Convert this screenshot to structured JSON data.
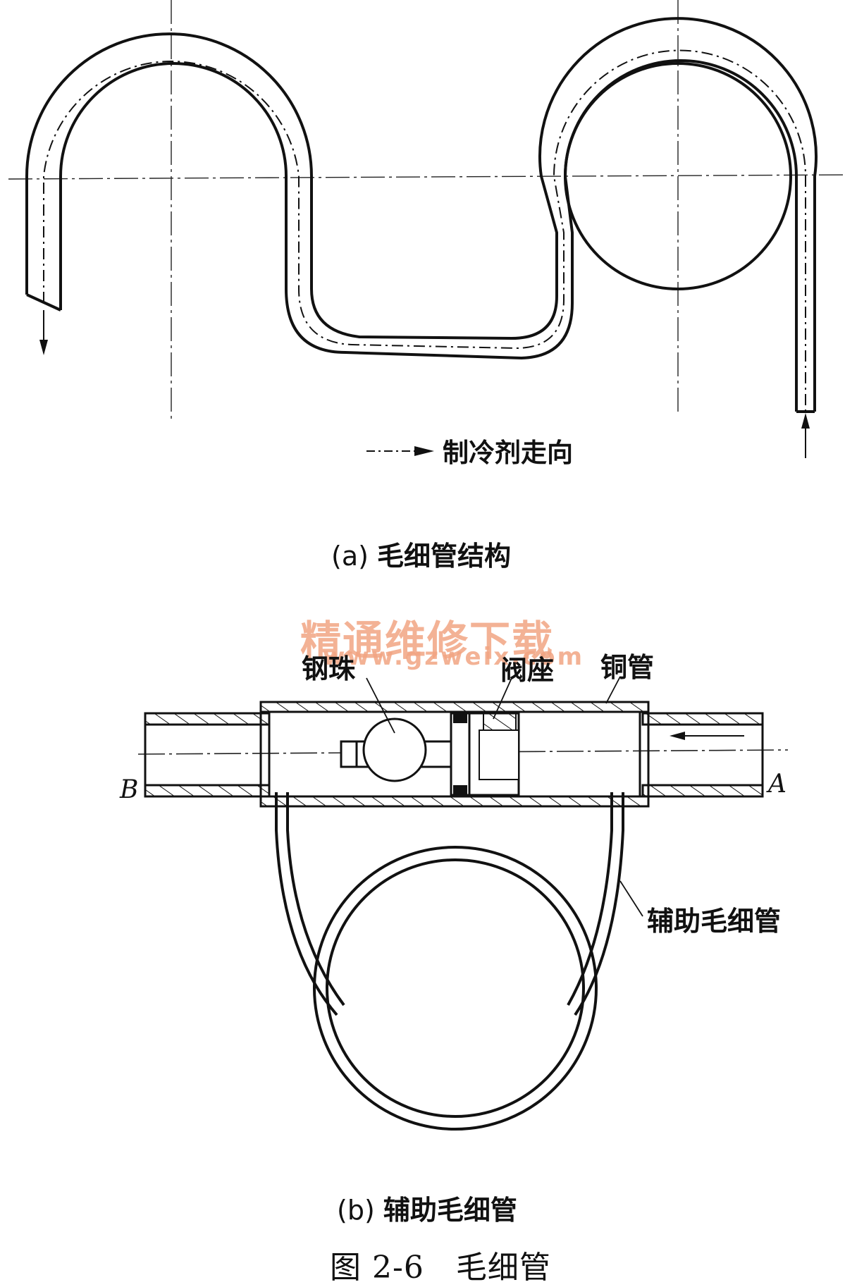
{
  "diagram_a": {
    "legend_text": "制冷剂走向",
    "caption_label": "(a)",
    "caption_text": "毛细管结构"
  },
  "diagram_b": {
    "parts": {
      "steel_ball": "钢珠",
      "valve_seat": "阀座",
      "copper_tube": "铜管",
      "aux_capillary": "辅助毛细管"
    },
    "end_b": "B",
    "end_a": "A",
    "caption_label": "(b)",
    "caption_text": "辅助毛细管"
  },
  "figure_caption": "图 2-6　毛细管",
  "watermark": {
    "text_cn": "精通维修下载",
    "text_url": "www.gzweix.com"
  }
}
